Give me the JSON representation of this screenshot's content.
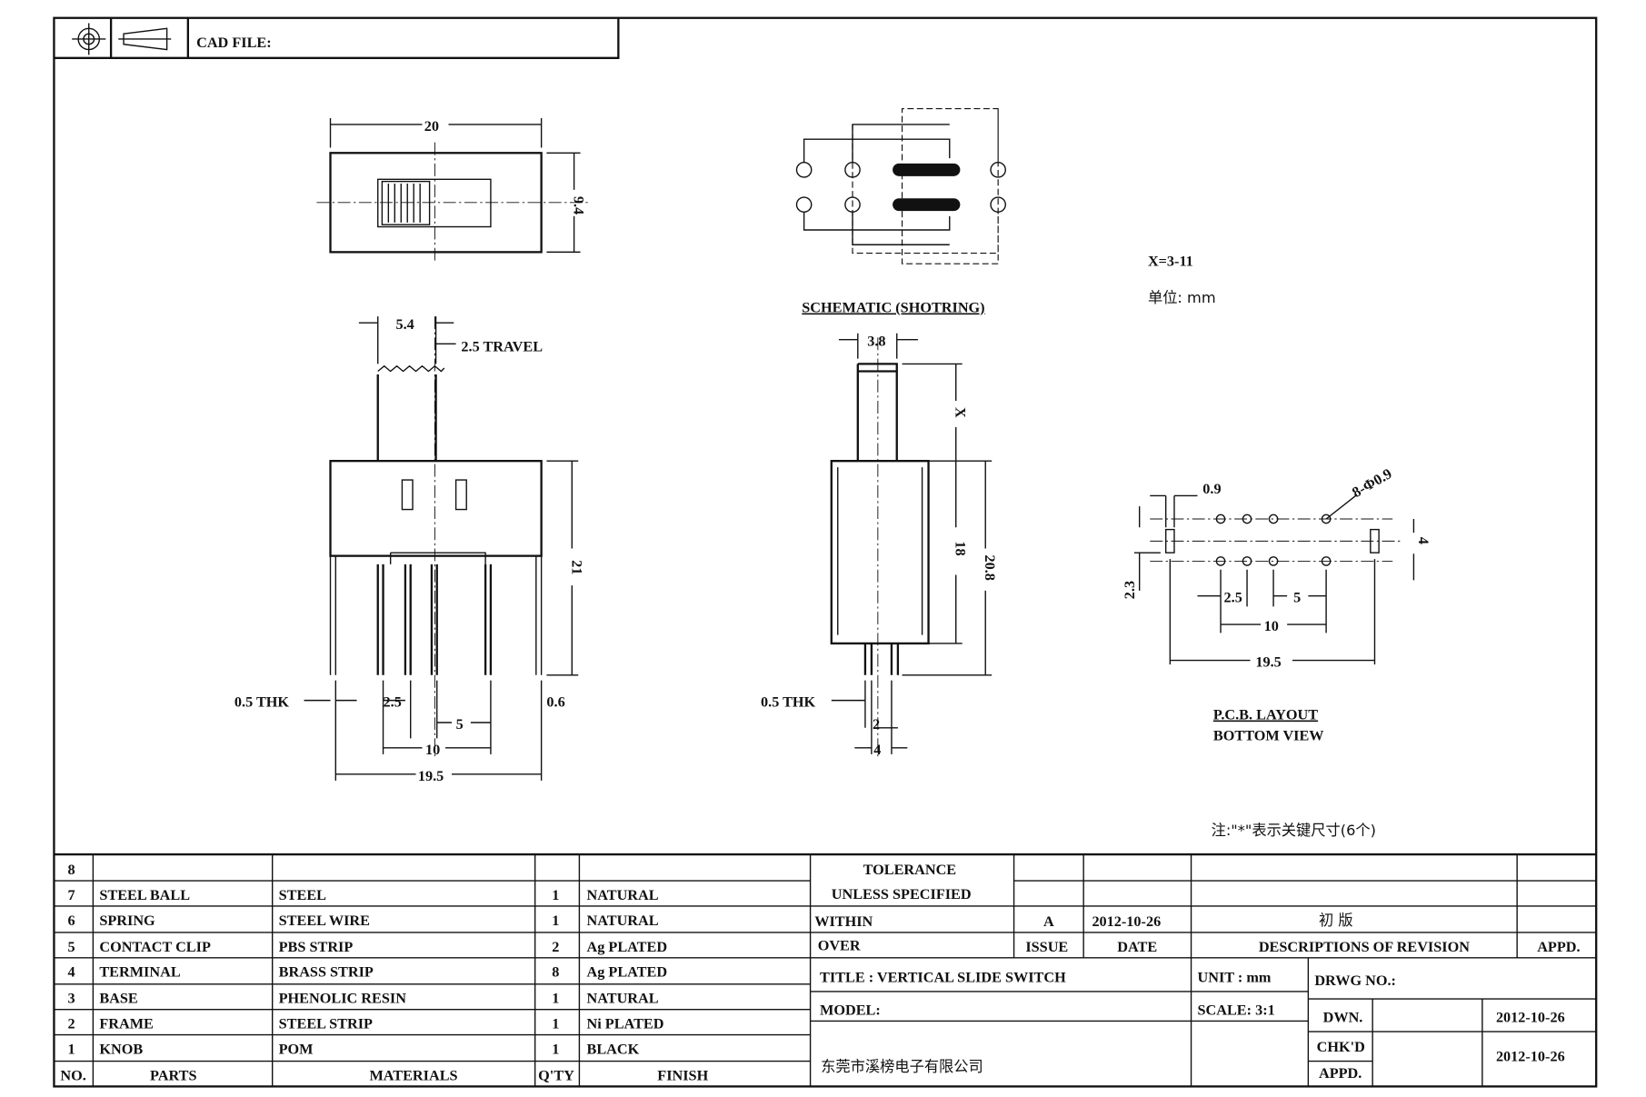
{
  "header": {
    "cad_file_label": "CAD FILE:"
  },
  "top_view": {
    "width_dim": "20",
    "height_dim": "9.4"
  },
  "front_view": {
    "knob_dim": "5.4",
    "travel": "2.5 TRAVEL",
    "height_dim": "21",
    "thk": "0.5 THK",
    "pitch": "2.5",
    "pitch2": "5",
    "span": "10",
    "total": "19.5",
    "pin_w": "0.6"
  },
  "schematic": {
    "caption": "SCHEMATIC (SHOTRING)"
  },
  "side_view": {
    "knob_dim": "3.8",
    "x_dim": "X",
    "h18": "18",
    "h208": "20.8",
    "thk": "0.5 THK",
    "d2": "2",
    "d4": "4"
  },
  "notes": {
    "x_range": "X=3-11",
    "unit": "单位: mm",
    "key_note": "注:\"*\"表示关键尺寸(6个)"
  },
  "pcb": {
    "d09": "0.9",
    "holes": "8-Φ0.9",
    "d4": "4",
    "d23": "2.3",
    "d25": "2.5",
    "d5": "5",
    "d10": "10",
    "d195": "19.5",
    "caption": "P.C.B. LAYOUT",
    "subcaption": "BOTTOM VIEW"
  },
  "parts_table": {
    "headers": {
      "no": "NO.",
      "parts": "PARTS",
      "materials": "MATERIALS",
      "qty": "Q'TY",
      "finish": "FINISH"
    },
    "rows": [
      {
        "no": "8",
        "part": "",
        "material": "",
        "qty": "",
        "finish": ""
      },
      {
        "no": "7",
        "part": "STEEL BALL",
        "material": "STEEL",
        "qty": "1",
        "finish": "NATURAL"
      },
      {
        "no": "6",
        "part": "SPRING",
        "material": "STEEL WIRE",
        "qty": "1",
        "finish": "NATURAL"
      },
      {
        "no": "5",
        "part": "CONTACT CLIP",
        "material": "PBS STRIP",
        "qty": "2",
        "finish": "Ag PLATED"
      },
      {
        "no": "4",
        "part": "TERMINAL",
        "material": "BRASS STRIP",
        "qty": "8",
        "finish": "Ag PLATED"
      },
      {
        "no": "3",
        "part": "BASE",
        "material": "PHENOLIC RESIN",
        "qty": "1",
        "finish": "NATURAL"
      },
      {
        "no": "2",
        "part": "FRAME",
        "material": "STEEL STRIP",
        "qty": "1",
        "finish": "Ni PLATED"
      },
      {
        "no": "1",
        "part": "KNOB",
        "material": "POM",
        "qty": "1",
        "finish": "BLACK"
      }
    ]
  },
  "title_block": {
    "tolerance": "TOLERANCE",
    "unless": "UNLESS  SPECIFIED",
    "within": "WITHIN",
    "over": "OVER",
    "issue_value": "A",
    "issue_date": "2012-10-26",
    "revision_desc": "初 版",
    "issue_label": "ISSUE",
    "date_label": "DATE",
    "desc_label": "DESCRIPTIONS OF REVISION",
    "appd_label": "APPD.",
    "title": "TITLE :  VERTICAL  SLIDE  SWITCH",
    "unit": "UNIT :  mm",
    "drwg_no": "DRWG NO.:",
    "model": "MODEL:",
    "scale": "SCALE:  3:1",
    "dwn": "DWN.",
    "dwn_date": "2012-10-26",
    "chkd": "CHK'D",
    "appd": "APPD.",
    "chk_date": "2012-10-26",
    "company": "东莞市溪榜电子有限公司"
  }
}
